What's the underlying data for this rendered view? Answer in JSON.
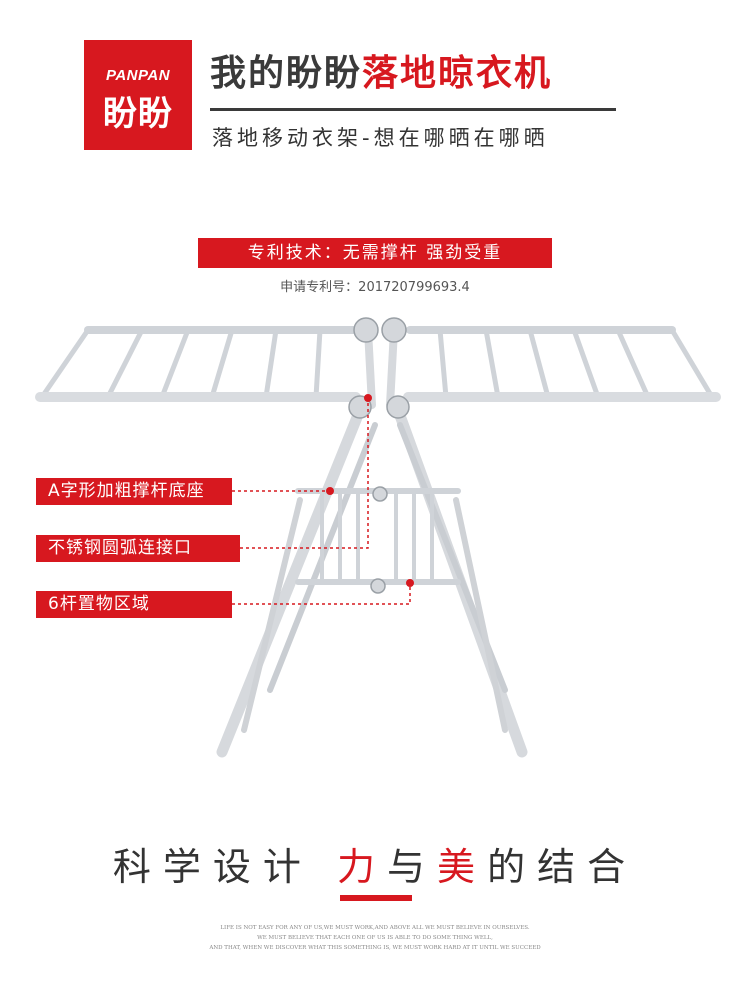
{
  "brand": {
    "logo_en": "PANPAN",
    "logo_cn": "盼盼",
    "colors": {
      "accent": "#d7181f",
      "text_dark": "#3a3a3a",
      "frame": "#dcdfe3"
    }
  },
  "header": {
    "title_dark": "我的盼盼",
    "title_red": "落地晾衣机",
    "subtitle": "落地移动衣架-想在哪晒在哪晒"
  },
  "patent": {
    "banner": "专利技术：无需撑杆 强劲受重",
    "number": "申请专利号：201720799693.4"
  },
  "callouts": [
    {
      "label": "A字形加粗撑杆底座"
    },
    {
      "label": "不锈钢圆弧连接口"
    },
    {
      "label": "6杆置物区域"
    }
  ],
  "slogan": {
    "part1": "科学设计 ",
    "part2": "力",
    "part3": "与",
    "part4": "美",
    "part5": "的结合"
  },
  "fine_print": {
    "line1": "LIFE IS NOT EASY FOR ANY OF US,WE MUST WORK,AND ABOVE ALL WE MUST BELIEVE IN OURSELVES.",
    "line2": "WE MUST BELIEVE THAT EACH ONE OF US IS ABLE TO DO SOME THING WELL,",
    "line3": "AND THAT, WHEN WE DISCOVER WHAT THIS SOMETHING IS, WE MUST WORK HARD AT IT UNTIL WE SUCCEED"
  }
}
